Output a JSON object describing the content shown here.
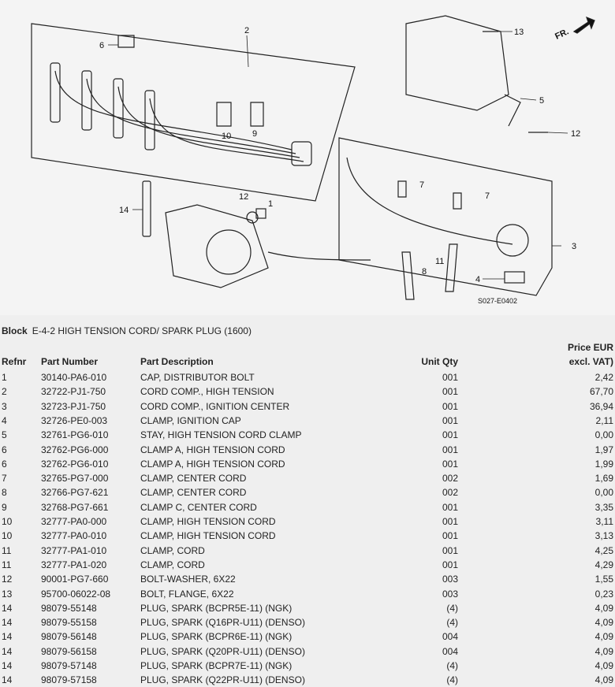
{
  "diagram": {
    "callouts": [
      "1",
      "2",
      "3",
      "4",
      "5",
      "6",
      "7",
      "7",
      "8",
      "9",
      "10",
      "11",
      "12",
      "12",
      "13",
      "14"
    ],
    "code": "S027-E0402",
    "fr_label": "FR."
  },
  "block": {
    "label": "Block",
    "title": "E-4-2 HIGH TENSION CORD/ SPARK PLUG (1600)"
  },
  "headers": {
    "refnr": "Refnr",
    "part_number": "Part Number",
    "description": "Part Description",
    "qty": "Unit Qty",
    "price_1": "Price EUR",
    "price_2": "excl. VAT)"
  },
  "rows": [
    {
      "ref": "1",
      "pn": "30140-PA6-010",
      "desc": "CAP, DISTRIBUTOR BOLT",
      "qty": "001",
      "price": "2,42"
    },
    {
      "ref": "2",
      "pn": "32722-PJ1-750",
      "desc": "CORD COMP., HIGH TENSION",
      "qty": "001",
      "price": "67,70"
    },
    {
      "ref": "3",
      "pn": "32723-PJ1-750",
      "desc": "CORD COMP., IGNITION CENTER",
      "qty": "001",
      "price": "36,94"
    },
    {
      "ref": "4",
      "pn": "32726-PE0-003",
      "desc": "CLAMP, IGNITION CAP",
      "qty": "001",
      "price": "2,11"
    },
    {
      "ref": "5",
      "pn": "32761-PG6-010",
      "desc": "STAY, HIGH TENSION CORD CLAMP",
      "qty": "001",
      "price": "0,00"
    },
    {
      "ref": "6",
      "pn": "32762-PG6-000",
      "desc": "CLAMP A, HIGH TENSION CORD",
      "qty": "001",
      "price": "1,97"
    },
    {
      "ref": "6",
      "pn": "32762-PG6-010",
      "desc": "CLAMP A, HIGH TENSION CORD",
      "qty": "001",
      "price": "1,99"
    },
    {
      "ref": "7",
      "pn": "32765-PG7-000",
      "desc": "CLAMP, CENTER CORD",
      "qty": "002",
      "price": "1,69"
    },
    {
      "ref": "8",
      "pn": "32766-PG7-621",
      "desc": "CLAMP, CENTER CORD",
      "qty": "002",
      "price": "0,00"
    },
    {
      "ref": "9",
      "pn": "32768-PG7-661",
      "desc": "CLAMP C, CENTER CORD",
      "qty": "001",
      "price": "3,35"
    },
    {
      "ref": "10",
      "pn": "32777-PA0-000",
      "desc": "CLAMP, HIGH TENSION CORD",
      "qty": "001",
      "price": "3,11"
    },
    {
      "ref": "10",
      "pn": "32777-PA0-010",
      "desc": "CLAMP, HIGH TENSION CORD",
      "qty": "001",
      "price": "3,13"
    },
    {
      "ref": "11",
      "pn": "32777-PA1-010",
      "desc": "CLAMP, CORD",
      "qty": "001",
      "price": "4,25"
    },
    {
      "ref": "11",
      "pn": "32777-PA1-020",
      "desc": "CLAMP, CORD",
      "qty": "001",
      "price": "4,29"
    },
    {
      "ref": "12",
      "pn": "90001-PG7-660",
      "desc": "BOLT-WASHER, 6X22",
      "qty": "003",
      "price": "1,55"
    },
    {
      "ref": "13",
      "pn": "95700-06022-08",
      "desc": "BOLT, FLANGE, 6X22",
      "qty": "003",
      "price": "0,23"
    },
    {
      "ref": "14",
      "pn": "98079-55148",
      "desc": "PLUG, SPARK (BCPR5E-11) (NGK)",
      "qty": "(4)",
      "price": "4,09"
    },
    {
      "ref": "14",
      "pn": "98079-55158",
      "desc": "PLUG, SPARK (Q16PR-U11) (DENSO)",
      "qty": "(4)",
      "price": "4,09"
    },
    {
      "ref": "14",
      "pn": "98079-56148",
      "desc": "PLUG, SPARK (BCPR6E-11) (NGK)",
      "qty": "004",
      "price": "4,09"
    },
    {
      "ref": "14",
      "pn": "98079-56158",
      "desc": "PLUG, SPARK (Q20PR-U11) (DENSO)",
      "qty": "004",
      "price": "4,09"
    },
    {
      "ref": "14",
      "pn": "98079-57148",
      "desc": "PLUG, SPARK (BCPR7E-11) (NGK)",
      "qty": "(4)",
      "price": "4,09"
    },
    {
      "ref": "14",
      "pn": "98079-57158",
      "desc": "PLUG, SPARK (Q22PR-U11) (DENSO)",
      "qty": "(4)",
      "price": "4,09"
    }
  ]
}
